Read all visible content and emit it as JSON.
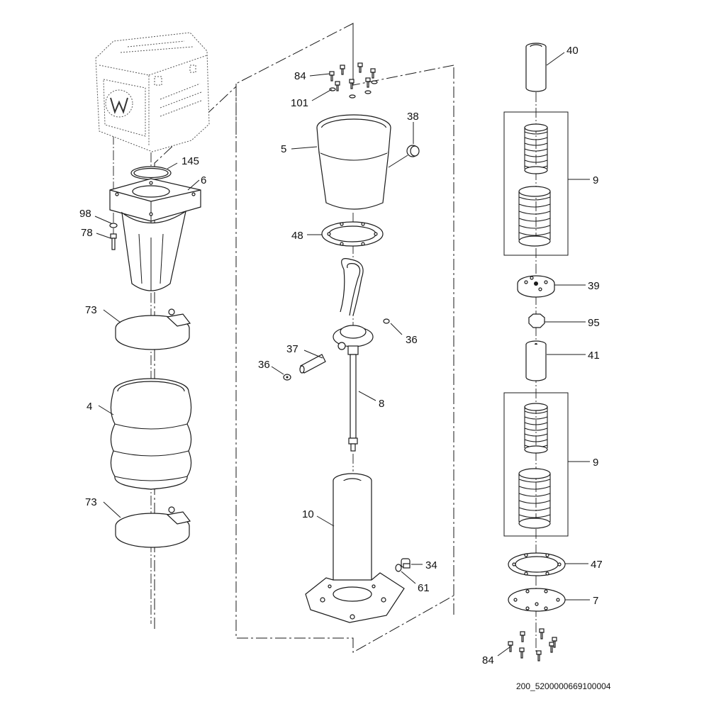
{
  "diagram": {
    "reference_code": "200_5200000669100004",
    "callouts": {
      "c40": "40",
      "c9a": "9",
      "c39": "39",
      "c95": "95",
      "c41": "41",
      "c9b": "9",
      "c47": "47",
      "c7": "7",
      "c84b": "84",
      "c84a": "84",
      "c101": "101",
      "c38": "38",
      "c5": "5",
      "c48": "48",
      "c36a": "36",
      "c37": "37",
      "c36b": "36",
      "c8": "8",
      "c10": "10",
      "c34": "34",
      "c61": "61",
      "c145": "145",
      "c6": "6",
      "c98": "98",
      "c78": "78",
      "c73a": "73",
      "c4": "4",
      "c73b": "73"
    }
  }
}
